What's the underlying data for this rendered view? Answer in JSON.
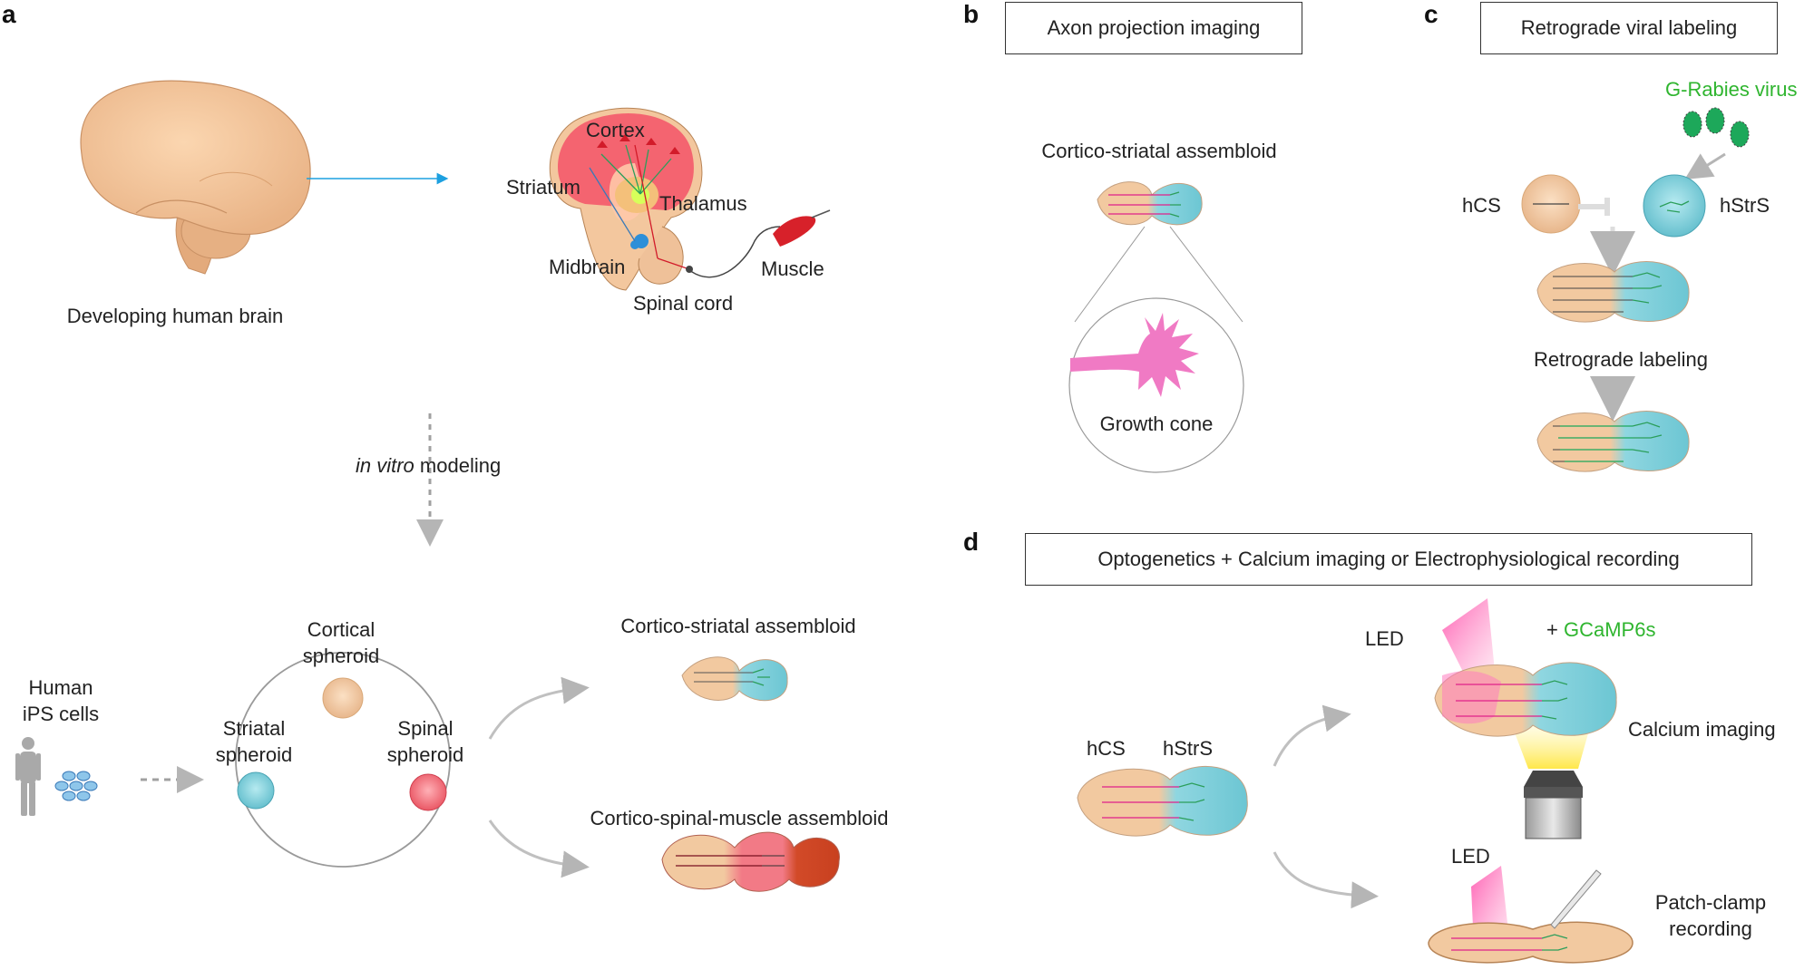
{
  "panels": {
    "a": "a",
    "b": "b",
    "c": "c",
    "d": "d"
  },
  "panel_a": {
    "brain_caption": "Developing human brain",
    "cortex": "Cortex",
    "striatum": "Striatum",
    "thalamus": "Thalamus",
    "midbrain": "Midbrain",
    "muscle": "Muscle",
    "spinal_cord": "Spinal cord",
    "modeling_italic": "in vitro",
    "modeling_rest": " modeling",
    "human_ips_line1": "Human",
    "human_ips_line2": "iPS cells",
    "cortical_line1": "Cortical",
    "cortical_line2": "spheroid",
    "striatal_line1": "Striatal",
    "striatal_line2": "spheroid",
    "spinal_line1": "Spinal",
    "spinal_line2": "spheroid",
    "cs_assembloid": "Cortico-striatal assembloid",
    "csm_assembloid": "Cortico-spinal-muscle assembloid"
  },
  "panel_b": {
    "box_title": "Axon projection imaging",
    "assembloid": "Cortico-striatal assembloid",
    "growth_cone": "Growth cone"
  },
  "panel_c": {
    "box_title": "Retrograde viral labeling",
    "virus": "G-Rabies virus",
    "hcs": "hCS",
    "hstrs": "hStrS",
    "retrograde": "Retrograde labeling"
  },
  "panel_d": {
    "box_title": "Optogenetics + Calcium imaging or  Electrophysiological recording",
    "hcs": "hCS",
    "hstrs": "hStrS",
    "led_top": "LED",
    "gcamp_plus": "+ ",
    "gcamp": "GCaMP6s",
    "calcium": "Calcium imaging",
    "led_bottom": "LED",
    "patch_line1": "Patch-clamp",
    "patch_line2": "recording"
  },
  "colors": {
    "cortex_tan": "#f2c9a0",
    "striatal_teal": "#7fd0dc",
    "spinal_red": "#f0707a",
    "muscle_red": "#d94a2a",
    "axon_pink": "#e0208a",
    "label_green": "#2fb52f",
    "arrow_gray": "#b5b5b5",
    "arrow_blue": "#1da0e0"
  }
}
